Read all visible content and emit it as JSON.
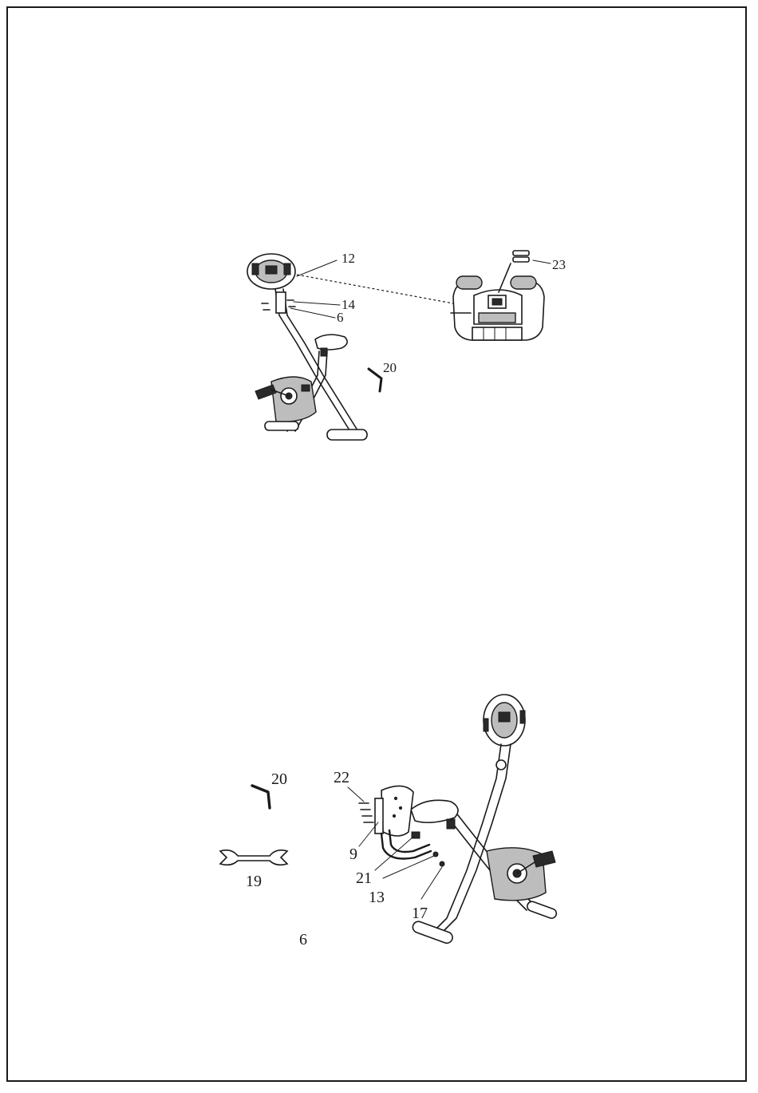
{
  "figure_top": {
    "labels": {
      "c12": "12",
      "c14": "14",
      "c6": "6",
      "c20": "20",
      "c23": "23"
    }
  },
  "figure_bottom": {
    "labels": {
      "c20": "20",
      "c22": "22",
      "c9": "9",
      "c19": "19",
      "c21": "21",
      "c13": "13",
      "c17": "17"
    }
  },
  "page_number": "6"
}
